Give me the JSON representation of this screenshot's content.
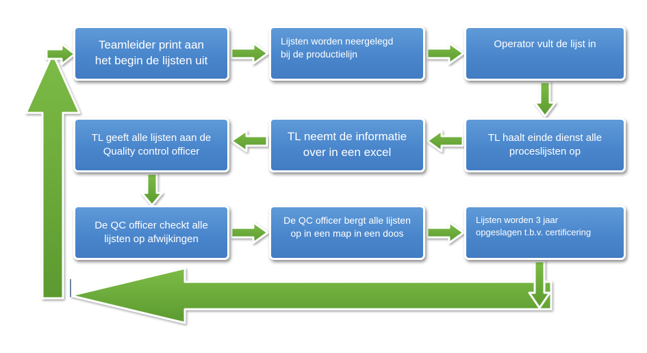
{
  "colors": {
    "box_fill": "#4a86cc",
    "box_border": "#ffffff",
    "arrow_fill": "#6aa83a",
    "arrow_outline": "#ffffff",
    "text": "#ffffff"
  },
  "steps": [
    {
      "id": "step-1",
      "lines": [
        "Teamleider print aan",
        "het begin de lijsten uit"
      ]
    },
    {
      "id": "step-2",
      "lines": [
        "Lijsten worden neergelegd",
        "bij de productielijn"
      ]
    },
    {
      "id": "step-3",
      "lines": [
        "Operator vult de lijst in"
      ]
    },
    {
      "id": "step-4",
      "lines": [
        "TL geeft alle lijsten aan de",
        "Quality control officer"
      ]
    },
    {
      "id": "step-5",
      "lines": [
        "TL neemt de informatie",
        "over in een excel"
      ]
    },
    {
      "id": "step-6",
      "lines": [
        "TL haalt einde dienst alle",
        "proceslijsten op"
      ]
    },
    {
      "id": "step-7",
      "lines": [
        "De QC officer checkt alle",
        "lijsten op afwijkingen"
      ]
    },
    {
      "id": "step-8",
      "lines": [
        "De QC officer bergt alle lijsten",
        "op in een map in een doos"
      ]
    },
    {
      "id": "step-9",
      "lines": [
        "Lijsten worden 3 jaar",
        "opgeslagen t.b.v. certificering"
      ]
    }
  ]
}
